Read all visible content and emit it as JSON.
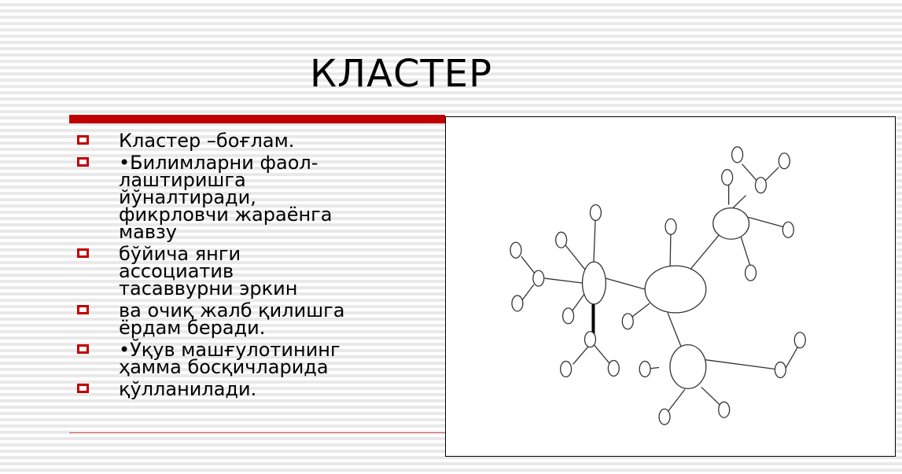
{
  "slide": {
    "title": "КЛАСТЕР",
    "bullets": [
      "Кластер –боғлам.",
      "•Билимларни фаол-\nлаштиришга\nйўналтиради,\nфикрловчи жараёнга\nмавзу",
      "бўйича янги\nассоциатив\nтасаввурни эркин",
      "ва очиқ жалб қилишга\nёрдам беради.",
      "•Ўқув машғулотининг\nҳамма босқичларида",
      "қўлланилади."
    ]
  },
  "colors": {
    "accent": "#c00000",
    "stripe": "#e9e9e9"
  }
}
